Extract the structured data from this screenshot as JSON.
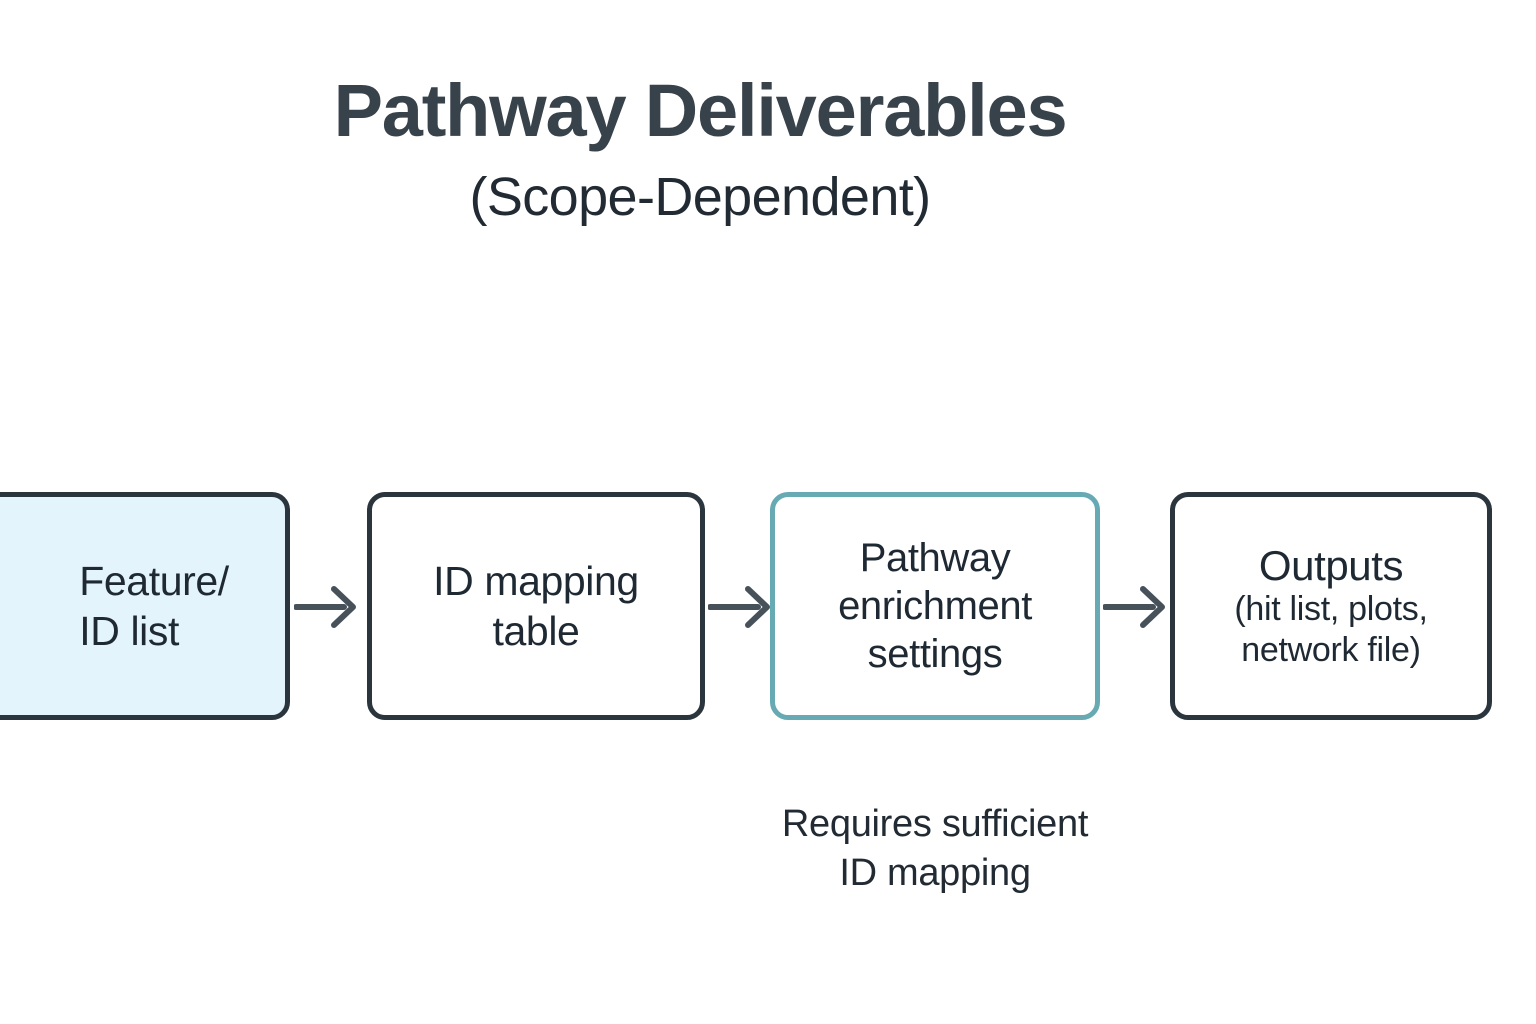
{
  "header": {
    "title": "Pathway Deliverables",
    "subtitle": "(Scope-Dependent)"
  },
  "colors": {
    "background": "#ffffff",
    "title_text": "#37424b",
    "body_text": "#1f2933",
    "node_border": "#2b353d",
    "node_fill": "#ffffff",
    "highlight_fill": "#e3f4fc",
    "accent_border": "#68aab4",
    "connector": "#46515a"
  },
  "flow": {
    "nodes": [
      {
        "id": "feature-id-list",
        "label": "Feature/\nID list",
        "style": "highlighted",
        "fill": "#e3f4fc",
        "border": "#2b353d"
      },
      {
        "id": "id-mapping-table",
        "label": "ID mapping\ntable",
        "style": "default",
        "fill": "#ffffff",
        "border": "#2b353d"
      },
      {
        "id": "pathway-enrichment-settings",
        "label": "Pathway\nenrichment\nsettings",
        "style": "accent",
        "fill": "#ffffff",
        "border": "#68aab4"
      },
      {
        "id": "outputs",
        "label": "Outputs",
        "sublabel": "(hit list, plots,\nnetwork file)",
        "style": "default",
        "fill": "#ffffff",
        "border": "#2b353d"
      }
    ],
    "connectors": [
      {
        "id": "arrow-1",
        "icon": "arrow-right-icon",
        "from": "feature-id-list",
        "to": "id-mapping-table"
      },
      {
        "id": "arrow-2",
        "icon": "arrow-right-icon",
        "from": "id-mapping-table",
        "to": "pathway-enrichment-settings"
      },
      {
        "id": "arrow-3",
        "icon": "arrow-right-icon",
        "from": "pathway-enrichment-settings",
        "to": "outputs"
      }
    ],
    "caption": {
      "text": "Requires sufficient\nID mapping",
      "attached_to": "pathway-enrichment-settings"
    }
  }
}
